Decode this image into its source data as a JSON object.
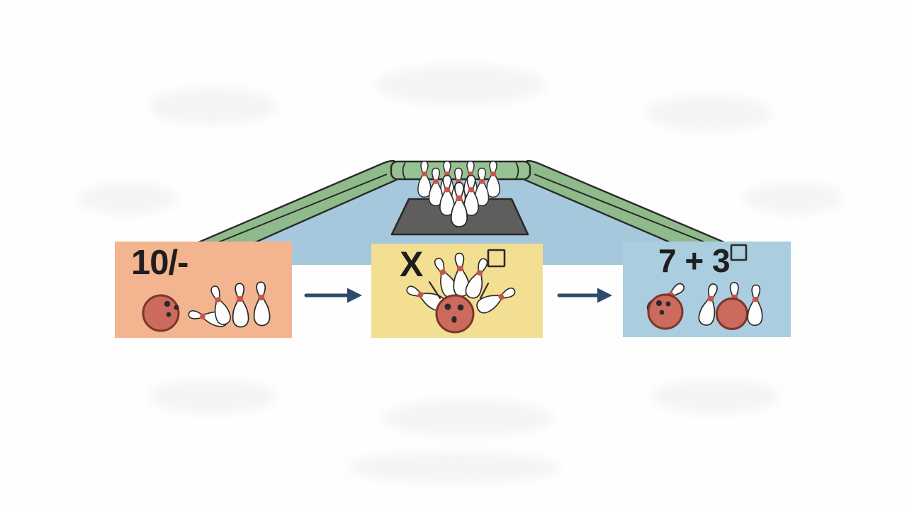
{
  "colors": {
    "background": "#fefefe",
    "lane_floor": "#a5c8dc",
    "gutter_green": "#8fba8b",
    "back_wall_green": "#97c293",
    "platform_gray": "#5e5e5e",
    "outline_dark": "#2a2a2a",
    "ball_red": "#cb6a5d",
    "ball_outline": "#7b352c",
    "pin_white": "#fdfdfd",
    "pin_band_red": "#c4564c",
    "arrow_navy": "#2e4a6d",
    "panel_first_bg": "#f3b590",
    "panel_strike_bg": "#f3df92",
    "panel_spare_bg": "#aacddf",
    "label_text": "#1e1e1e",
    "speckle": "#ededed"
  },
  "scene": {
    "description": "Bowling scoring illustration: lane with ten pins, then three frames showing score notation",
    "lane": {
      "pin_count": 10
    },
    "panels": [
      {
        "id": "first-roll",
        "label": "10/-",
        "empty_box": false
      },
      {
        "id": "strike",
        "label": "X",
        "empty_box": true
      },
      {
        "id": "spare",
        "label": "7 + 3",
        "empty_box": true
      }
    ],
    "arrows": [
      {
        "glyph": "→",
        "direction": "right"
      },
      {
        "glyph": "→",
        "direction": "right"
      }
    ]
  }
}
